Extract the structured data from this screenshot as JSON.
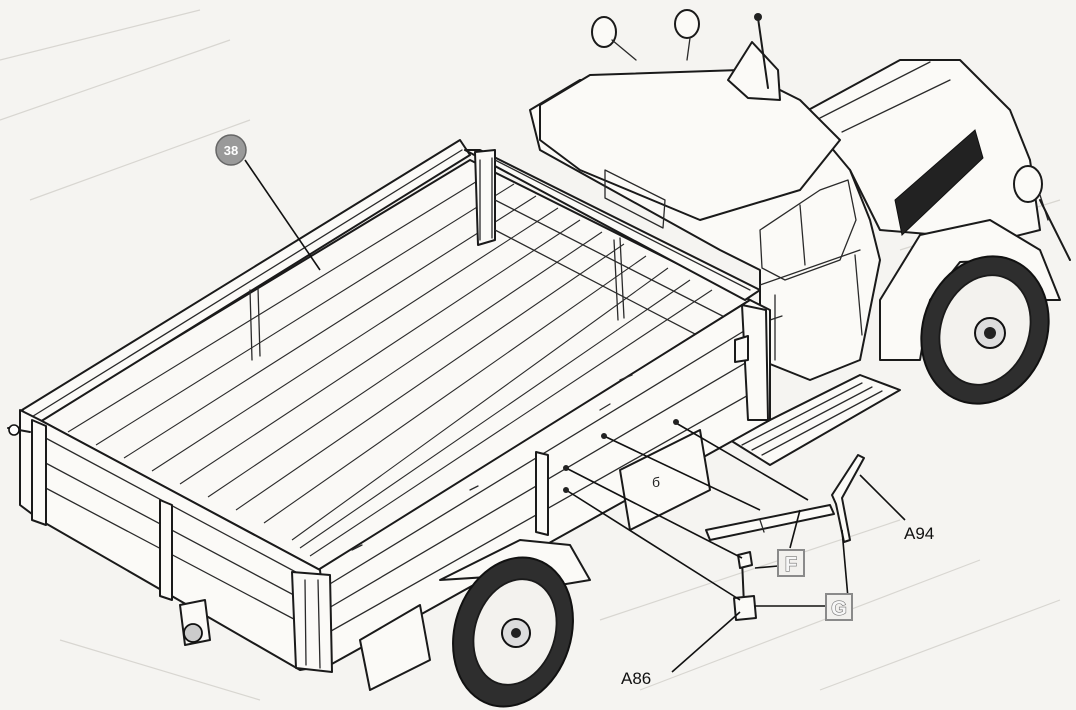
{
  "step_number": "38",
  "part_labels": {
    "a94": "A94",
    "a86": "A86"
  },
  "sprue_tags": {
    "f": "F",
    "g": "G"
  },
  "colors": {
    "ink": "#1a1a1a",
    "paper": "#f5f4f1",
    "tag_border": "#8a8a8a",
    "step_badge": "#9a9a9a"
  }
}
